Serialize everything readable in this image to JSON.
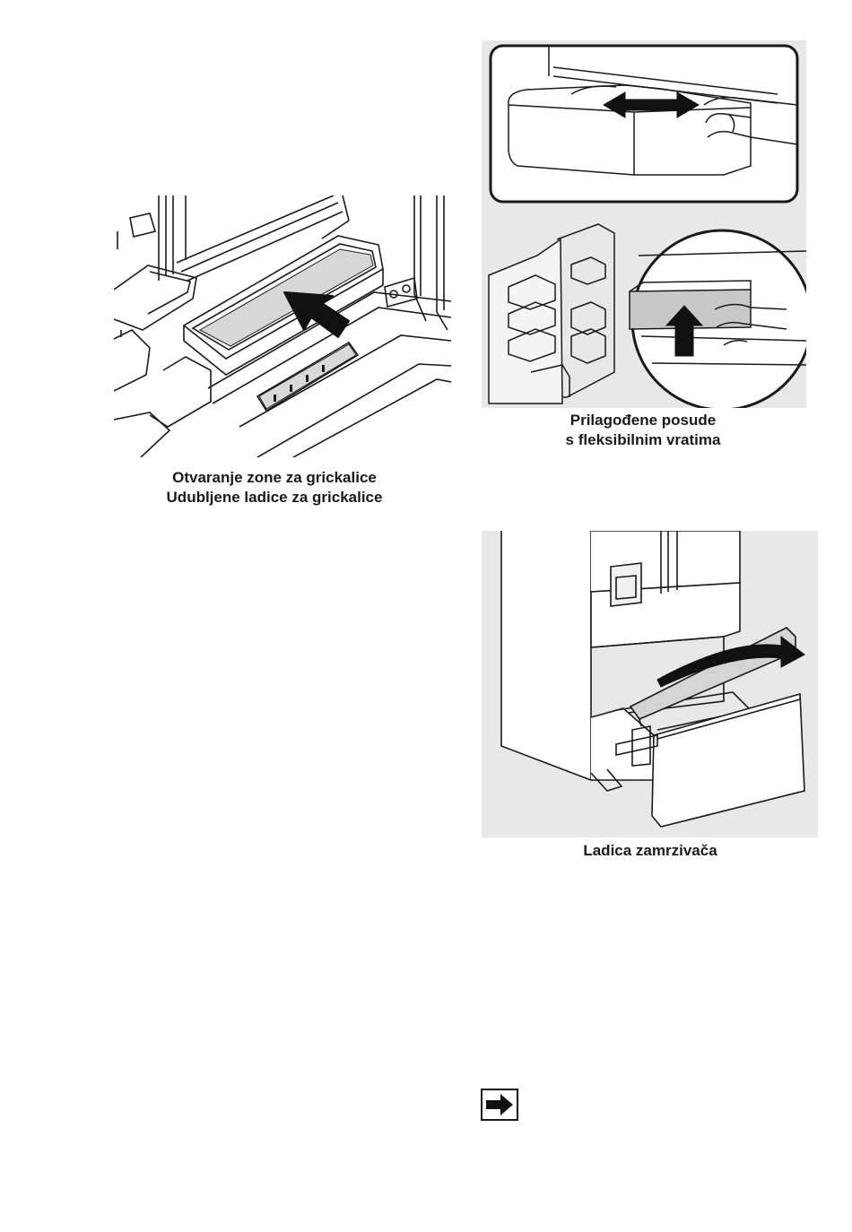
{
  "figures": {
    "snack_zone": {
      "caption_line1": "Otvaranje zone za grickalice",
      "caption_line2": "Udubljene ladice za grickalice"
    },
    "door_bins": {
      "caption_line1": "Prilagođene posude",
      "caption_line2": "s fleksibilnim vratima"
    },
    "freezer_drawer": {
      "caption": "Ladica zamrzivača"
    }
  },
  "note": {
    "icon": "arrow-right-icon"
  },
  "colors": {
    "panel_bg": "#e8e8e8",
    "line": "#1a1a1a",
    "arrow": "#111111"
  }
}
